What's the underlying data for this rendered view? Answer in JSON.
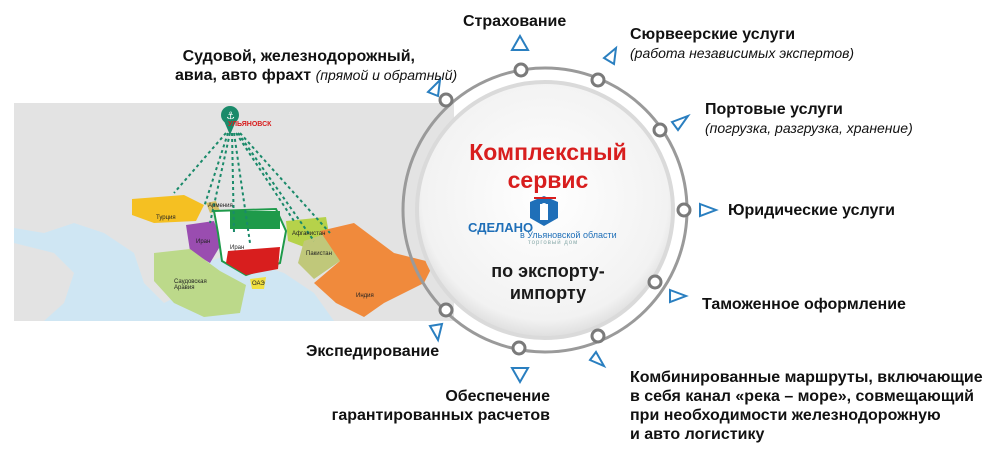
{
  "center": {
    "title_line1": "Комплексный",
    "title_line2": "сервис",
    "subtitle_line1": "по экспорту-",
    "subtitle_line2": "импорту",
    "logo_main": "СДЕЛАНО",
    "logo_sub": "в Ульяновской области",
    "logo_small": "торговый дом"
  },
  "services": {
    "freight_line1": "Судовой, железнодорожный,",
    "freight_line2": "авиа, авто фрахт",
    "freight_note": "(прямой и обратный)",
    "insurance": "Страхование",
    "surveyor": "Сюрвеерские услуги",
    "surveyor_note": "(работа независимых экспертов)",
    "port": "Портовые услуги",
    "port_note": "(погрузка, разгрузка, хранение)",
    "legal": "Юридические услуги",
    "customs": "Таможенное оформление",
    "routes_line1": "Комбинированные маршруты, включающие",
    "routes_line2": "в себя канал «река – море», совмещающий",
    "routes_line3": "при необходимости железнодорожную",
    "routes_line4": "и авто логистику",
    "payments_line1": "Обеспечение",
    "payments_line2": "гарантированных расчетов",
    "forwarding": "Экспедирование"
  },
  "map": {
    "city": "УЛЬЯНОВСК",
    "countries": {
      "turkey": "Турция",
      "armenia": "Армения",
      "iran_west": "Иран",
      "iran": "Иран",
      "afghanistan": "Афганистан",
      "pakistan": "Пакистан",
      "saudi": "Саудовская Аравия",
      "uae": "ОАЭ",
      "india": "Индия"
    }
  },
  "colors": {
    "accent_red": "#d81e1e",
    "ring_gray": "#8a8a8a",
    "arrow_blue": "#2a7fc0",
    "route_green": "#1a8a6a"
  }
}
